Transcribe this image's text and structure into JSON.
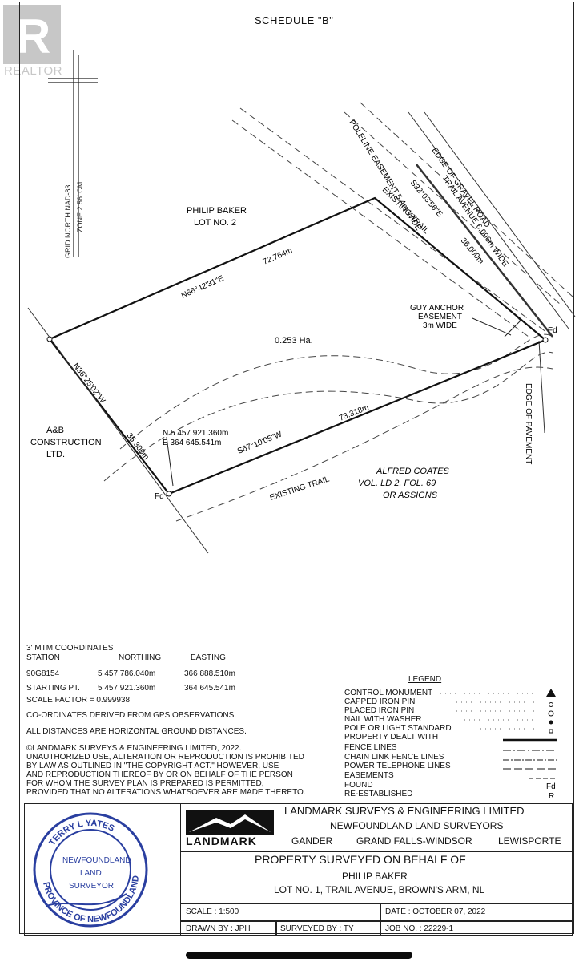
{
  "watermark": {
    "text": "REALTOR"
  },
  "schedule_title": "SCHEDULE \"B\"",
  "north_arrow": {
    "line1": "GRID NORTH NAD-83",
    "line2": "ZONE 2 56' CM"
  },
  "plan": {
    "lot2_owner": "PHILIP BAKER",
    "lot2_label": "LOT NO. 2",
    "north_bearing": "N66°42'31\"E",
    "north_distance": "72.764m",
    "area": "0.253 Ha.",
    "west_bearing": "N36°25'02\"W",
    "west_distance": "35.300m",
    "south_bearing": "S67°10'05\"W",
    "south_distance": "73.318m",
    "east_bearing": "S32°03'56\"E",
    "east_distance": "36.000m",
    "poleline": "POLELINE EASEMENT 5.4m WIDE",
    "existing_trail_top": "EXISTING TRAIL",
    "existing_trail_bottom": "EXISTING TRAIL",
    "gravel_road": "EDGE OF GRAVEL ROAD",
    "trail_avenue": "TRAIL AVENUE 6.096m WIDE",
    "guy_anchor": [
      "GUY ANCHOR",
      "EASEMENT",
      "3m WIDE"
    ],
    "edge_pavement": "EDGE OF PAVEMENT",
    "fd_top": "Fd",
    "fd_bottom": "Fd",
    "coord_n": "N 5 457 921.360m",
    "coord_e": "E    364 645.541m",
    "ab_construction": [
      "A&B",
      "CONSTRUCTION",
      "LTD."
    ],
    "alfred": [
      "ALFRED COATES",
      "VOL. LD 2, FOL. 69",
      "OR ASSIGNS"
    ]
  },
  "coords": {
    "heading": "3' MTM COORDINATES",
    "col_station": "STATION",
    "col_northing": "NORTHING",
    "col_easting": "EASTING",
    "rows": [
      {
        "station": "90G8154",
        "northing": "5 457 786.040m",
        "easting": "366 888.510m"
      },
      {
        "station": "STARTING PT.",
        "northing": "5 457 921.360m",
        "easting": "364 645.541m"
      }
    ],
    "scale_factor": "SCALE FACTOR = 0.999938",
    "note1": "CO-ORDINATES DERIVED FROM GPS OBSERVATIONS.",
    "note2": "ALL DISTANCES ARE HORIZONTAL GROUND DISTANCES.",
    "copyright": [
      "©LANDMARK SURVEYS & ENGINEERING LIMITED, 2022.",
      "UNAUTHORIZED USE,  ALTERATION OR REPRODUCTION IS PROHIBITED",
      "BY LAW AS OUTLINED IN \"THE COPYRIGHT ACT.\"  HOWEVER, USE",
      "AND REPRODUCTION THEREOF BY OR ON BEHALF OF THE PERSON",
      "FOR WHOM THE SURVEY PLAN IS PREPARED IS PERMITTED,",
      "PROVIDED THAT NO ALTERATIONS WHATSOEVER ARE MADE THERETO."
    ]
  },
  "legend": {
    "title": "LEGEND",
    "items": [
      "CONTROL MONUMENT",
      "CAPPED IRON PIN",
      "PLACED IRON PIN",
      "NAIL WITH WASHER",
      "POLE OR LIGHT STANDARD",
      "PROPERTY DEALT WITH",
      "FENCE LINES",
      "CHAIN LINK FENCE LINES",
      "POWER TELEPHONE LINES",
      "EASEMENTS",
      "FOUND",
      "RE-ESTABLISHED"
    ],
    "found_sym": "Fd",
    "reest_sym": "R"
  },
  "title_block": {
    "seal_lines": [
      "TERRY L YATES",
      "NEWFOUNDLAND",
      "LAND",
      "SURVEYOR",
      "PROVINCE OF NEWFOUNDLAND"
    ],
    "logo_text": "LANDMARK",
    "company": "LANDMARK SURVEYS & ENGINEERING LIMITED",
    "company_sub": "NEWFOUNDLAND LAND SURVEYORS",
    "offices": [
      "GANDER",
      "GRAND FALLS-WINDSOR",
      "LEWISPORTE"
    ],
    "heading": "PROPERTY SURVEYED ON BEHALF OF",
    "client": "PHILIP BAKER",
    "lot": "LOT NO. 1, TRAIL AVENUE, BROWN'S ARM, NL",
    "scale": "SCALE : 1:500",
    "date": "DATE :  OCTOBER 07, 2022",
    "drawn": "DRAWN BY : JPH",
    "surveyed": "SURVEYED BY : TY",
    "job": "JOB NO. :  22229-1"
  }
}
